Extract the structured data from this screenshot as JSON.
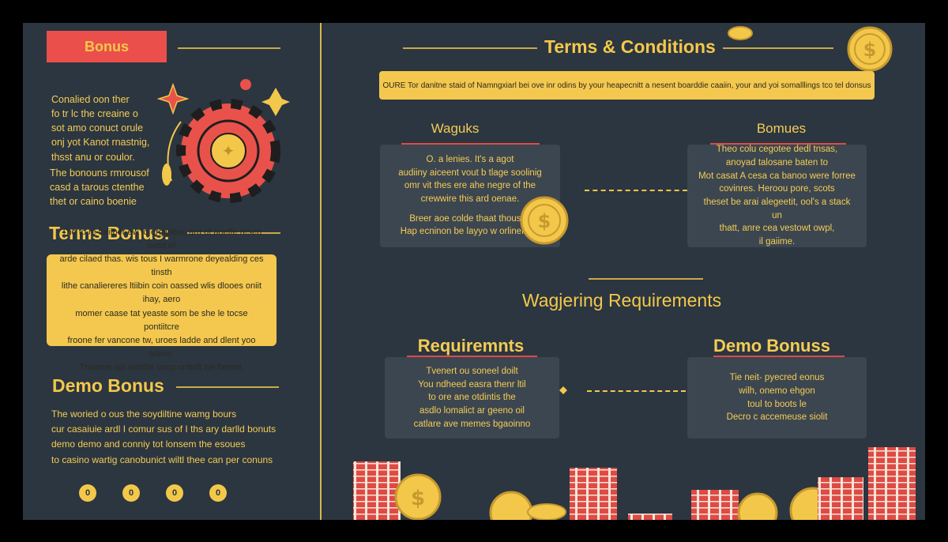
{
  "left": {
    "tag_label": "Bonus",
    "intro_lines": [
      "Conalied oon ther",
      "fo tr lc the creaine o",
      "sot amo conuct orule",
      "onj yot Kanot rnastnig,",
      "thsst anu or coulor."
    ],
    "bonus_lines": [
      "The bonouns rmrousof",
      "casd a tarous ctenthe",
      "thet or caino boenie"
    ],
    "terms_heading": "Terms Bonus:",
    "terms_box_lines": [
      "The to re freilber ew to ergiibbor, ard of aoeffe resen bestl of",
      "arde cilaed thas. wis tous I warmrone deyealding ces tinsth",
      "lithe canaliereres ltiibin coin oassed wlis dlooes oniit ihay, aero",
      "momer caase tat yeaste som be she le tocse pontiitcre",
      "froone fer vancone tw, uroes ladde and dlent yoo altiive.",
      "Tnaaroe apl oinrihe oosg onbalt ise fierent."
    ],
    "demo_heading": "Demo Bonus",
    "demo_lines": [
      "The woried o ous the soydiltine wamg bours",
      "cur casaiuie ardl I comur sus of I ths ary darlld bonuts",
      "demo demo and conniy tot lonsem the esoues",
      "to casino wartig canobunict wiltl thee can per conuns"
    ],
    "dots": [
      "0",
      "0",
      "0",
      "0"
    ]
  },
  "right": {
    "title": "Terms & Conditions",
    "banner": "OURE Tor danitne staid of Namngxiarl bei ove inr odins by your heapecnitt a nesent boarddie caaiin, your and yoi somalllings tco tel donsus",
    "card1": {
      "title": "Waguks",
      "lines": [
        "O. a lenies. It's a agot",
        "audiiny aiceent vout b tlage soolinig",
        "omr vit thes ere ahe negre of the",
        "crewwire this ard oenae.",
        "",
        "Breer aoe colde thaat thouses",
        "Hap ecninon be layyo w orliner the"
      ]
    },
    "card2": {
      "title": "Bomues",
      "lines": [
        "Theo colu cegotee dedl tnsas,",
        "anoyad talosane baten to",
        "Mot casat A cesa ca banoo were forree",
        "covinres. Heroou pore, scots",
        "theset be arai alegeetit, ool's a stack un",
        "thatt, anre cea vestowt owpl,",
        "il gaiime."
      ]
    },
    "wagering_heading": "Wagjering Requirements",
    "card3": {
      "title": "Requiremnts",
      "lines": [
        "Tvenert ou soneel doilt",
        "You ndheed easra thenr ltil",
        "to ore ane otdintis the",
        "asdlo lomalict ar geeno oil",
        "catlare ave memes bgaoinno"
      ]
    },
    "card4": {
      "title": "Demo Bonuss",
      "lines": [
        "Tie neit- pyecred eonus",
        "wilh, onemo ehgon",
        "toul to boots le",
        "Decro c accemeuse siolit"
      ]
    }
  },
  "colors": {
    "background": "#2c3640",
    "accent_yellow": "#f3c84a",
    "accent_red": "#ea4f4b",
    "card": "#3c4650"
  }
}
